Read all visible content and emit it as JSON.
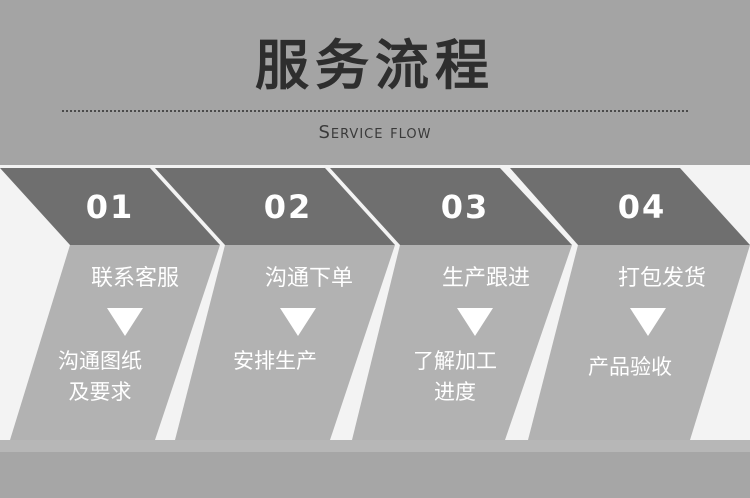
{
  "header": {
    "title": "服务流程",
    "subtitle": "Service flow"
  },
  "steps": [
    {
      "number": "01",
      "title": "联系客服",
      "desc_lines": [
        "沟通图纸",
        "及要求"
      ]
    },
    {
      "number": "02",
      "title": "沟通下单",
      "desc_lines": [
        "安排生产"
      ]
    },
    {
      "number": "03",
      "title": "生产跟进",
      "desc_lines": [
        "了解加工",
        "进度"
      ]
    },
    {
      "number": "04",
      "title": "打包发货",
      "desc_lines": [
        "产品验收"
      ]
    }
  ],
  "colors": {
    "header_bg": "#a4a4a4",
    "band_bg": "#f3f3f3",
    "chevron_dark": "#6f6f6f",
    "chevron_light": "#b2b2b2",
    "text": "#2e2e2e"
  }
}
